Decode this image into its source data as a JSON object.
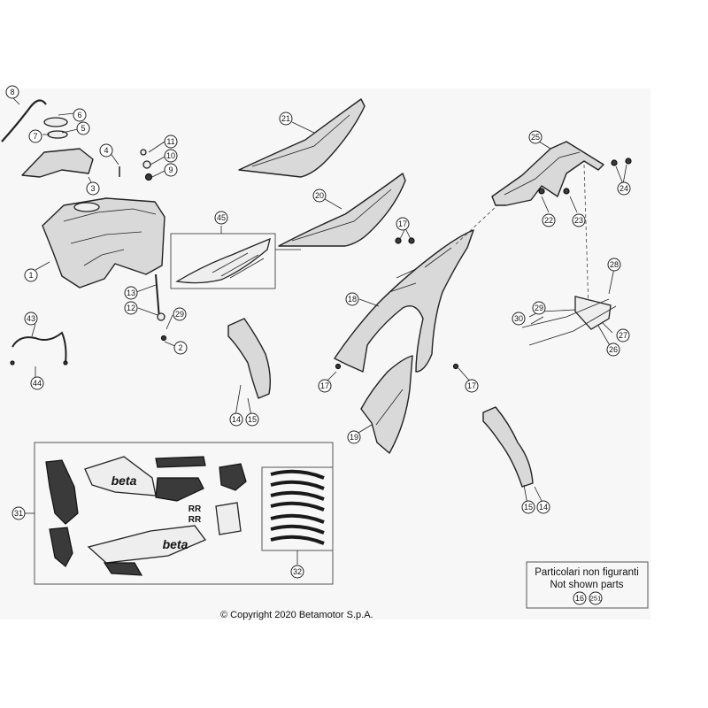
{
  "copyright": "© Copyright 2020 Betamotor S.p.A.",
  "not_shown_panel": {
    "line1": "Particolari non figuranti",
    "line2": "Not shown parts",
    "refs": [
      "16",
      "251"
    ]
  },
  "callouts": {
    "c1": "1",
    "c2": "2",
    "c3": "3",
    "c4": "4",
    "c5": "5",
    "c6": "6",
    "c7": "7",
    "c8": "8",
    "c9": "9",
    "c10": "10",
    "c11": "11",
    "c12": "12",
    "c13": "13",
    "c14a": "14",
    "c14b": "14",
    "c15a": "15",
    "c15b": "15",
    "c17a": "17",
    "c17b": "17",
    "c17c": "17",
    "c18": "18",
    "c19": "19",
    "c20": "20",
    "c21": "21",
    "c22": "22",
    "c23": "23",
    "c24": "24",
    "c25": "25",
    "c26": "26",
    "c27": "27",
    "c28": "28",
    "c29a": "29",
    "c29b": "29",
    "c30": "30",
    "c31": "31",
    "c32": "32",
    "c43": "43",
    "c44": "44",
    "c45": "45"
  },
  "decal_text": {
    "brand_upper": "beta",
    "brand_lower": "beta",
    "rr_upper": "RR",
    "rr_lower": "RR"
  },
  "colors": {
    "line": "#222222",
    "part_fill": "#d9d9d9",
    "dark_fill": "#3a3a3a",
    "sheet": "#f7f7f7"
  }
}
